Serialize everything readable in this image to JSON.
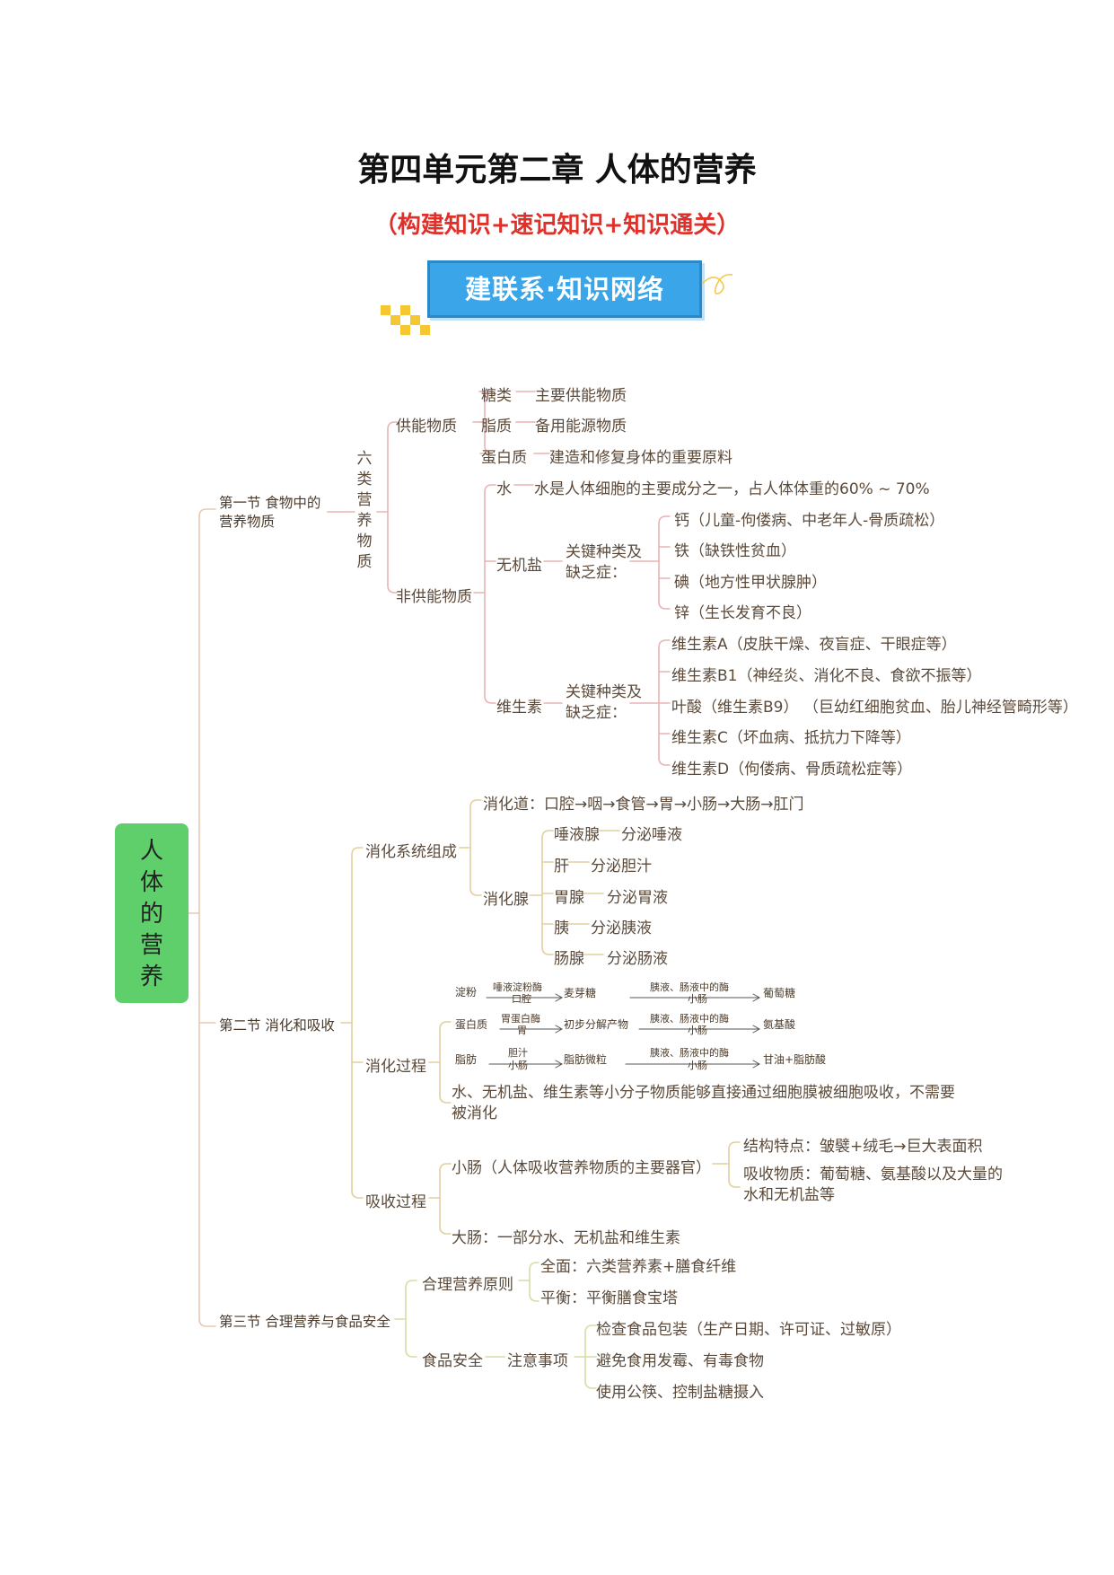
{
  "title": "第四单元第二章  人体的营养",
  "subtitle": "（构建知识+速记知识+知识通关）",
  "banner": "建联系·知识网络",
  "root": [
    "人",
    "体",
    "的",
    "营",
    "养"
  ],
  "s1": {
    "label_line1": "第一节 食物中的",
    "label_line2": "营养物质",
    "six_types": [
      "六",
      "类",
      "营",
      "养",
      "物",
      "质"
    ],
    "energy": "供能物质",
    "sugar": "糖类",
    "sugar_desc": "主要供能物质",
    "fat": "脂质",
    "fat_desc": "备用能源物质",
    "protein": "蛋白质",
    "protein_desc": "建造和修复身体的重要原料",
    "non_energy": "非供能物质",
    "water": "水",
    "water_desc": "水是人体细胞的主要成分之一，占人体体重的60% ~ 70%",
    "minerals": "无机盐",
    "key_line1": "关键种类及",
    "key_line2": "缺乏症：",
    "mineral_items": [
      "钙（儿童-佝偻病、中老年人-骨质疏松）",
      "铁（缺铁性贫血）",
      "碘（地方性甲状腺肿）",
      "锌（生长发育不良）"
    ],
    "vitamins": "维生素",
    "vitamin_items": [
      "维生素A（皮肤干燥、夜盲症、干眼症等）",
      "维生素B1（神经炎、消化不良、食欲不振等）",
      "叶酸（维生素B9）  （巨幼红细胞贫血、胎儿神经管畸形等）",
      "维生素C（坏血病、抵抗力下降等）",
      "维生素D（佝偻病、骨质疏松症等）"
    ]
  },
  "s2": {
    "label": "第二节 消化和吸收",
    "system": "消化系统组成",
    "tract": "消化道：口腔→咽→食管→胃→小肠→大肠→肛门",
    "glands": "消化腺",
    "gland_items": [
      {
        "name": "唾液腺",
        "desc": "分泌唾液"
      },
      {
        "name": "肝",
        "desc": "分泌胆汁"
      },
      {
        "name": "胃腺",
        "desc": "分泌胃液"
      },
      {
        "name": "胰",
        "desc": "分泌胰液"
      },
      {
        "name": "肠腺",
        "desc": "分泌肠液"
      }
    ],
    "process": "消化过程",
    "starch": {
      "a": "淀粉",
      "e1top": "唾液淀粉酶",
      "e1bot": "口腔",
      "b": "麦芽糖",
      "e2top": "胰液、肠液中的酶",
      "e2bot": "小肠",
      "c": "葡萄糖"
    },
    "protein": {
      "a": "蛋白质",
      "e1top": "胃蛋白酶",
      "e1bot": "胃",
      "b": "初步分解产物",
      "e2top": "胰液、肠液中的酶",
      "e2bot": "小肠",
      "c": "氨基酸"
    },
    "fat": {
      "a": "脂肪",
      "e1top": "胆汁",
      "e1bot": "小肠",
      "b": "脂肪微粒",
      "e2top": "胰液、肠液中的酶",
      "e2bot": "小肠",
      "c": "甘油+脂肪酸"
    },
    "small_mol_line1": "水、无机盐、维生素等小分子物质能够直接通过细胞膜被细胞吸收，不需要",
    "small_mol_line2": "被消化",
    "absorb": "吸收过程",
    "small_intestine": "小肠（人体吸收营养物质的主要器官）",
    "structure": "结构特点：皱襞+绒毛→巨大表面积",
    "absorbed_line1": "吸收物质：葡萄糖、氨基酸以及大量的",
    "absorbed_line2": "水和无机盐等",
    "large_intestine": "大肠：一部分水、无机盐和维生素"
  },
  "s3": {
    "label": "第三节 合理营养与食品安全",
    "principle": "合理营养原则",
    "full": "全面：六类营养素+膳食纤维",
    "balance": "平衡：平衡膳食宝塔",
    "safety": "食品安全",
    "notes": "注意事项",
    "note_items": [
      "检查食品包装（生产日期、许可证、过敏原）",
      "避免食用发霉、有毒食物",
      "使用公筷、控制盐糖摄入"
    ]
  },
  "colors": {
    "line_s1": "#e8b4b4",
    "line_s2": "#e2cfa0",
    "line_s3": "#d8dca8",
    "root": "#5fcf6c",
    "banner": "#3aa5e8",
    "subtitle": "#e0302a"
  }
}
